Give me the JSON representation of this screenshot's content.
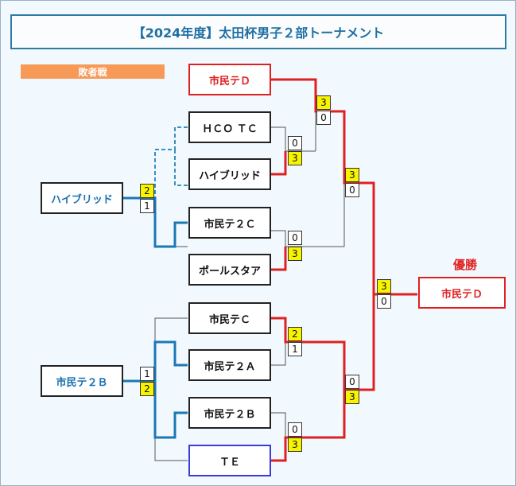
{
  "title": "【2024年度】太田杯男子２部トーナメント",
  "loser_bracket_label": "敗者戦",
  "champion_label": "優勝",
  "teams": {
    "t1": "市民テＤ",
    "t2": "ＨＣＯ ＴＣ",
    "t3": "ハイブリッド",
    "t4": "市民テ２Ｃ",
    "t5": "ポールスタア",
    "t6": "市民テＣ",
    "t7": "市民テ２Ａ",
    "t8": "市民テ２Ｂ",
    "t9": "ＴＥ",
    "loser1": "ハイブリッド",
    "loser2": "市民テ２Ｂ",
    "champion": "市民テＤ"
  },
  "scores": {
    "r2_top_t1": "3",
    "r2_top_w1": "0",
    "r1_t2": "0",
    "r1_t3": "3",
    "r1_t4": "0",
    "r1_t5": "3",
    "sf_top_a": "3",
    "sf_top_b": "0",
    "final_a": "3",
    "final_b": "0",
    "r1_t6": "2",
    "r1_t7": "1",
    "sf_bot_a": "0",
    "sf_bot_b": "3",
    "r1_t8": "0",
    "r1_t9": "3",
    "loser_top_a": "2",
    "loser_top_b": "1",
    "loser_bot_a": "1",
    "loser_bot_b": "2"
  },
  "colors": {
    "win_line": "#e02020",
    "loss_line": "#555555",
    "loser_win_line": "#1b78b5",
    "loser_dashed": "#3a8fbf",
    "win_score_fill": "#f8f400"
  }
}
